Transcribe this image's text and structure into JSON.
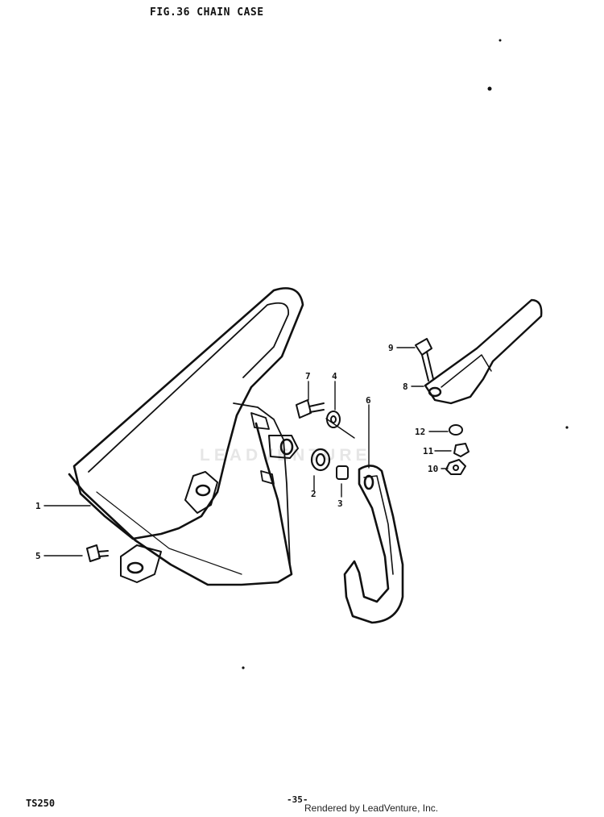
{
  "header": {
    "title": "FIG.36  CHAIN CASE"
  },
  "footer": {
    "model": "TS250",
    "page": "-35-",
    "rendered_by": "Rendered by LeadVenture, Inc."
  },
  "watermark": "LEADVENTURE",
  "callouts": [
    "1",
    "2",
    "3",
    "4",
    "5",
    "6",
    "7",
    "8",
    "9",
    "10",
    "11",
    "12"
  ]
}
